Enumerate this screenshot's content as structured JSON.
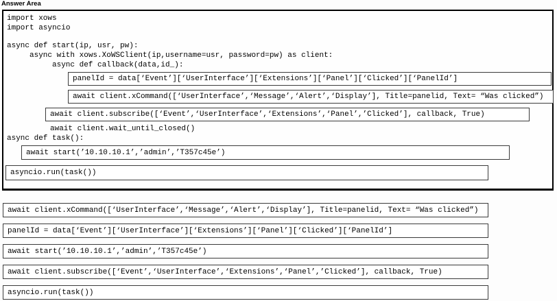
{
  "title": "Answer Area",
  "code": {
    "import1": "import xows",
    "import2": "import asyncio",
    "def_start": "async def start(ip, usr, pw):",
    "async_with": "async with xows.XoWSClient(ip,username=usr, password=pw) as client:",
    "def_callback": "async def callback(data,id_):",
    "slot_panelid": "panelId = data[‘Event’][‘UserInterface’][‘Extensions’][‘Panel’][‘Clicked’][‘PanelId’]",
    "slot_xcommand": "await client.xCommand([‘UserInterface’,‘Message’,‘Alert’,‘Display’], Title=panelid, Text= “Was clicked”)",
    "slot_subscribe": "await client.subscribe([‘Event’,‘UserInterface’,‘Extensions’,‘Panel’,’Clicked’], callback, True)",
    "line_wait": "await client.wait_until_closed()",
    "def_task": "async def task():",
    "slot_start": "await start(’10.10.10.1’,’admin’,’T357c45e’)",
    "slot_run": "asyncio.run(task())"
  },
  "options": [
    {
      "label": "await client.xCommand([‘UserInterface’,‘Message’,‘Alert’,‘Display’], Title=panelid, Text= “Was clicked”)"
    },
    {
      "label": "panelId = data[‘Event’][‘UserInterface’][‘Extensions’][‘Panel’][‘Clicked’][‘PanelId’]"
    },
    {
      "label": "await start(’10.10.10.1’,’admin’,’T357c45e’)"
    },
    {
      "label": "await client.subscribe([‘Event’,‘UserInterface’,‘Extensions’,‘Panel’,’Clicked’], callback, True)"
    },
    {
      "label": "asyncio.run(task())"
    }
  ]
}
